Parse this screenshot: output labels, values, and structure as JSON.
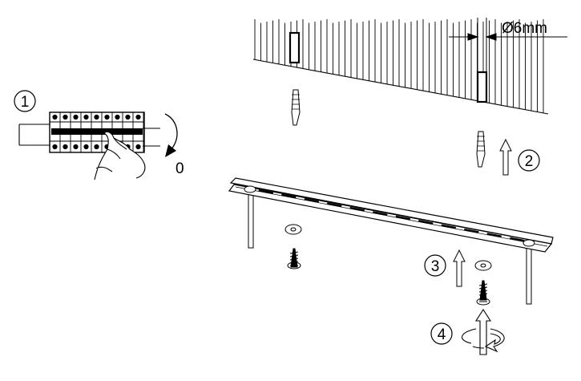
{
  "steps": {
    "step1": "1",
    "step2": "2",
    "step3": "3",
    "step4": "4"
  },
  "labels": {
    "off_position": "0",
    "drill_diameter": "Ø6mm"
  },
  "colors": {
    "ink": "#000000",
    "paper": "#ffffff",
    "shade": "#dddddd"
  }
}
